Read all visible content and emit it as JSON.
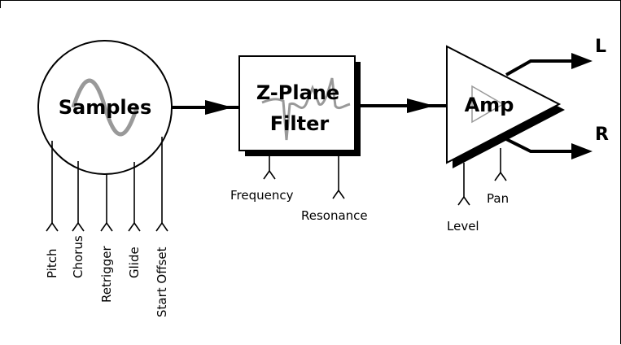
{
  "samples": {
    "title": "Samples",
    "modulation_labels": [
      "Pitch",
      "Chorus",
      "Retrigger",
      "Glide",
      "Start Offset"
    ]
  },
  "filter": {
    "title_line1": "Z-Plane",
    "title_line2": "Filter",
    "frequency_label": "Frequency",
    "resonance_label": "Resonance"
  },
  "amp": {
    "title": "Amp",
    "level_label": "Level",
    "pan_label": "Pan"
  },
  "outputs": {
    "left": "L",
    "right": "R"
  },
  "colors": {
    "line": "#000000",
    "waveform": "#999999",
    "fill": "#ffffff"
  }
}
